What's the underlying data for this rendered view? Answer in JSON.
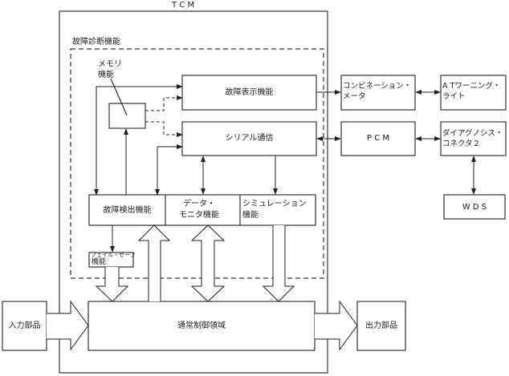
{
  "diagram": {
    "tcm_label": "T C M",
    "diag_group_label": "故障診断機能",
    "memory_label_line1": "メモリ",
    "memory_label_line2": "機能",
    "fault_display": "故障表示機能",
    "serial_comm": "シリアル通信",
    "fault_detect": "故障検出機能",
    "data_monitor_line1": "データ・",
    "data_monitor_line2": "モニタ機能",
    "simulation_line1": "シミュレーション",
    "simulation_line2": "機能",
    "failsafe_line1": "フェイル・セーフ",
    "failsafe_line2": "機能",
    "normal_control": "通常制御領域",
    "input_parts": "入力部品",
    "output_parts": "出力部品",
    "combination_line1": "コンビネーション・",
    "combination_line2": "メータ",
    "at_warning_line1": "A Tワーニング・",
    "at_warning_line2": "ライト",
    "pcm": "P C M",
    "diag_connector_line1": "ダイアグノシス・",
    "diag_connector_line2": "コネクタ２",
    "wds": "W D S"
  }
}
